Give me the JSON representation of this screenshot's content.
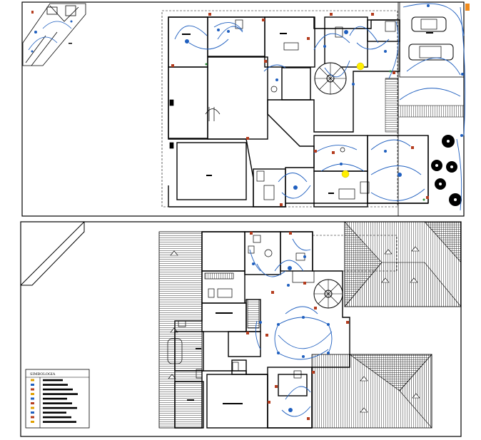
{
  "drawing": {
    "legend_title": "SIMBOLOGIA",
    "legend_rows": 10
  },
  "colors": {
    "walls": "#000000",
    "circuits": "#1f5fbf",
    "switches": "#b43c1e",
    "highlight": "#ffee00",
    "outlets": "#2f8f3a",
    "legend_icon": "#e0a000"
  },
  "icons": [
    "car-icon",
    "tree-icon",
    "spiral-stair-icon",
    "toilet-icon",
    "sink-icon",
    "bathtub-icon",
    "roof-hatch"
  ]
}
